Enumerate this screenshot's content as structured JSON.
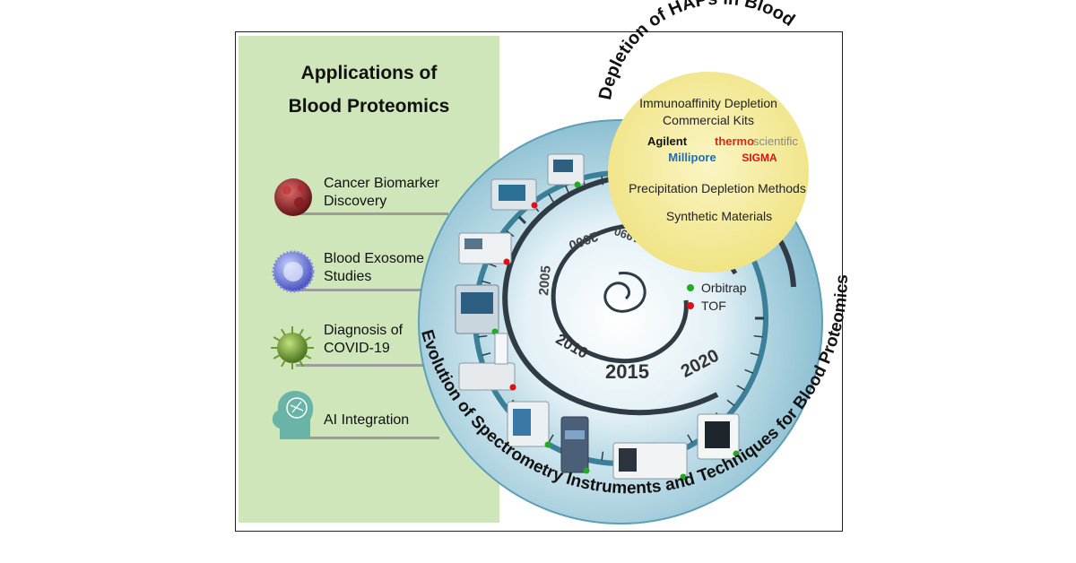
{
  "panel": {
    "title_line1": "Applications of",
    "title_line2": "Blood Proteomics",
    "applications": [
      {
        "line1": "Cancer Biomarker",
        "line2": "Discovery",
        "icon": "cancer-cell-icon"
      },
      {
        "line1": "Blood Exosome",
        "line2": "Studies",
        "icon": "exosome-icon"
      },
      {
        "line1": "Diagnosis of",
        "line2": "COVID-19",
        "icon": "virus-icon"
      },
      {
        "line1": "AI Integration",
        "line2": "",
        "icon": "ai-head-icon"
      }
    ]
  },
  "depletion": {
    "arc_title": "Depletion of HAPs in Blood",
    "item1_line1": "Immunoaffinity Depletion",
    "item1_line2": "Commercial Kits",
    "brands": {
      "agilent": "Agilent",
      "thermo_a": "thermo",
      "thermo_b": "scientific",
      "millipore": "Millipore",
      "sigma": "SIGMA"
    },
    "item2": "Precipitation Depletion Methods",
    "item3": "Synthetic Materials"
  },
  "evolution": {
    "arc_title": "Evolution of Spectrometry Instruments and Techniques for Blood Proteomics",
    "years": [
      "1990",
      "2000",
      "2005",
      "2010",
      "2015",
      "2020"
    ],
    "legend": {
      "orbitrap": "Orbitrap",
      "tof": "TOF"
    }
  },
  "colors": {
    "panel": "#cfe6ba",
    "orbitrap": "#22aa22",
    "tof": "#dd1111",
    "disc": "#8fc4d6",
    "yellow": "#f2e68f"
  }
}
